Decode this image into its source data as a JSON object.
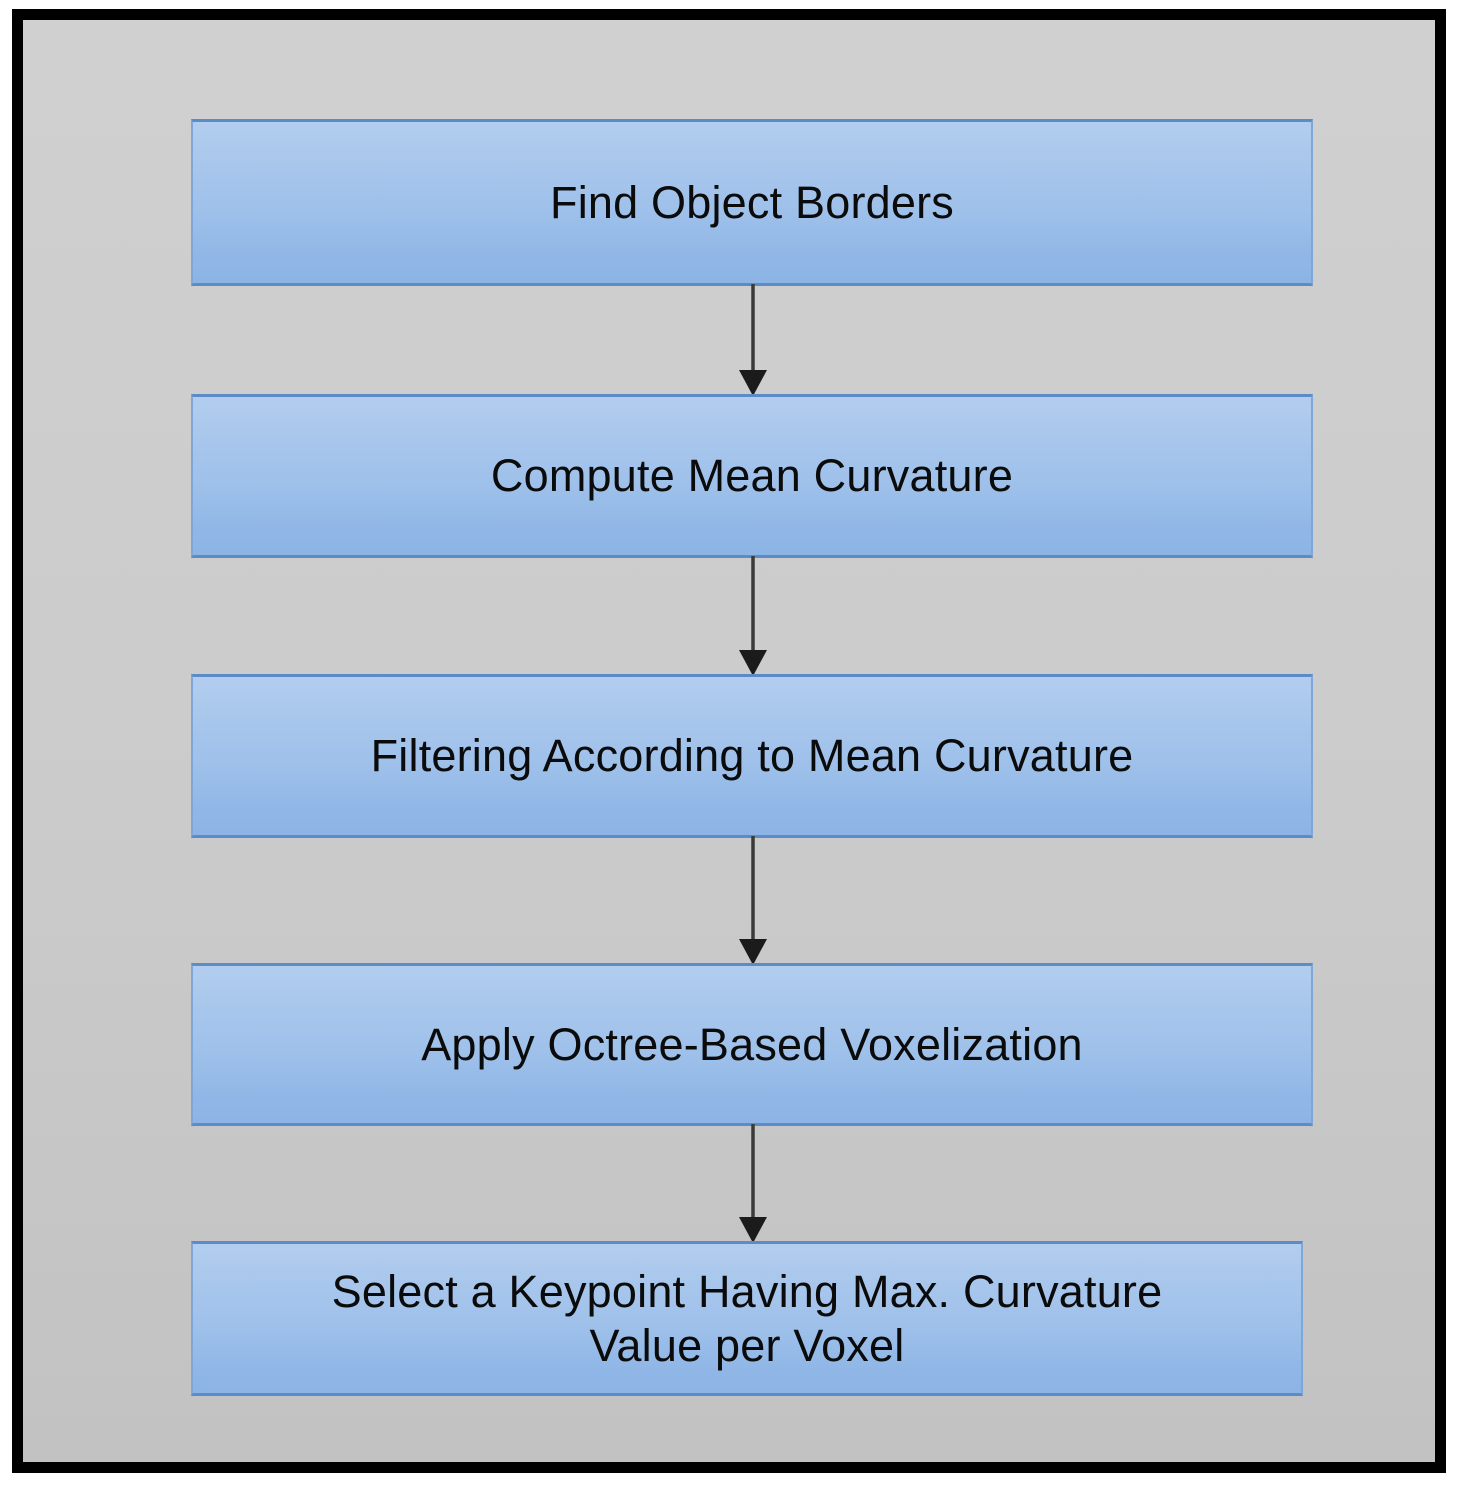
{
  "figure": {
    "kind": "flowchart",
    "orientation": "top-to-bottom",
    "frame_color": "#000000",
    "canvas_color": "#cccccc",
    "box_fill_top": "#b2cdee",
    "box_fill_bottom": "#8cb4e5",
    "box_border_color": "#5b8cc8",
    "text_color": "#0b0b0b",
    "arrow_color": "#3a3a3a"
  },
  "nodes": [
    {
      "id": "find-borders",
      "label": "Find Object Borders"
    },
    {
      "id": "compute-curvature",
      "label": "Compute Mean Curvature"
    },
    {
      "id": "filtering",
      "label": "Filtering According to Mean Curvature"
    },
    {
      "id": "voxelization",
      "label": "Apply Octree-Based Voxelization"
    },
    {
      "id": "select-keypoint",
      "label": "Select a Keypoint Having Max. Curvature\nValue per Voxel"
    }
  ],
  "edges": [
    {
      "id": "edge-1",
      "from": "find-borders",
      "to": "compute-curvature",
      "marker": "arrowhead-down"
    },
    {
      "id": "edge-2",
      "from": "compute-curvature",
      "to": "filtering",
      "marker": "arrowhead-down"
    },
    {
      "id": "edge-3",
      "from": "filtering",
      "to": "voxelization",
      "marker": "arrowhead-down"
    },
    {
      "id": "edge-4",
      "from": "voxelization",
      "to": "select-keypoint",
      "marker": "arrowhead-down"
    }
  ]
}
